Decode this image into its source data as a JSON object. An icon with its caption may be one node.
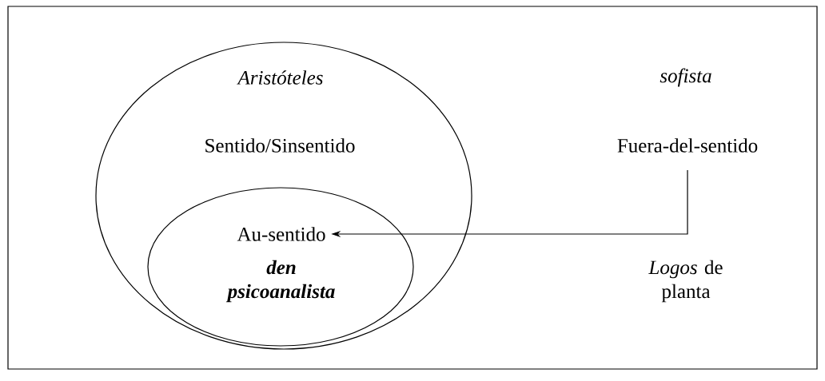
{
  "diagram": {
    "nodes": [
      {
        "text": [
          "Aristóteles",
          "Sentido/Sinsentido"
        ]
      },
      {
        "text": [
          "Au-sentido",
          "den psicoanalista"
        ],
        "in": 0
      },
      {
        "text": [
          "Fuera-del-sentido"
        ]
      }
    ],
    "edges": [
      {
        "from": 2,
        "to": 1,
        "arrow": "to"
      }
    ],
    "labels": [
      "sofista",
      "*Logos* de planta"
    ]
  }
}
